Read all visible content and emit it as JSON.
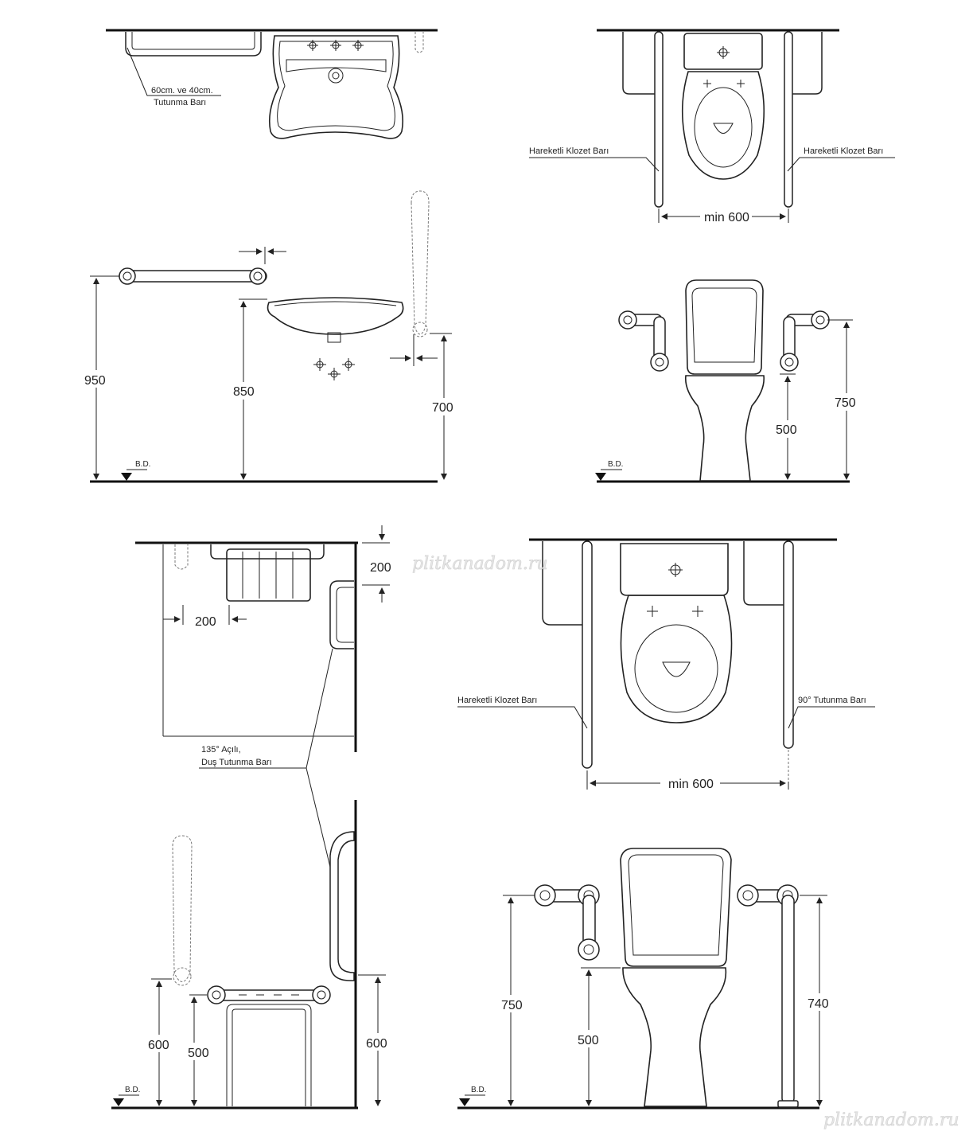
{
  "labels": {
    "grab_bar_60_40": [
      "60cm. ve 40cm.",
      "Tutunma Barı"
    ],
    "movable_bar_left_top": "Hareketli Klozet Barı",
    "movable_bar_right_top": "Hareketli Klozet Barı",
    "movable_bar_bottom": "Hareketli Klozet Barı",
    "bar_90": "90° Tutunma Barı",
    "shower_bar": [
      "135° Açılı,",
      "Duş Tutunma Barı"
    ]
  },
  "dimensions": {
    "min600_top": "min 600",
    "min600_bottom": "min 600",
    "h950": "950",
    "h850": "850",
    "h700": "700",
    "h750_top": "750",
    "h500_top": "500",
    "d200_top": "200",
    "d200_left": "200",
    "h600_left": "600",
    "h500_seat": "500",
    "h600_right": "600",
    "h750_bottom": "750",
    "h500_bottom": "500",
    "h740": "740"
  },
  "floor_marks": [
    "B.D.",
    "B.D.",
    "B.D.",
    "B.D."
  ],
  "watermarks": [
    "plitkanadom.ru",
    "plitkanadom.ru"
  ]
}
